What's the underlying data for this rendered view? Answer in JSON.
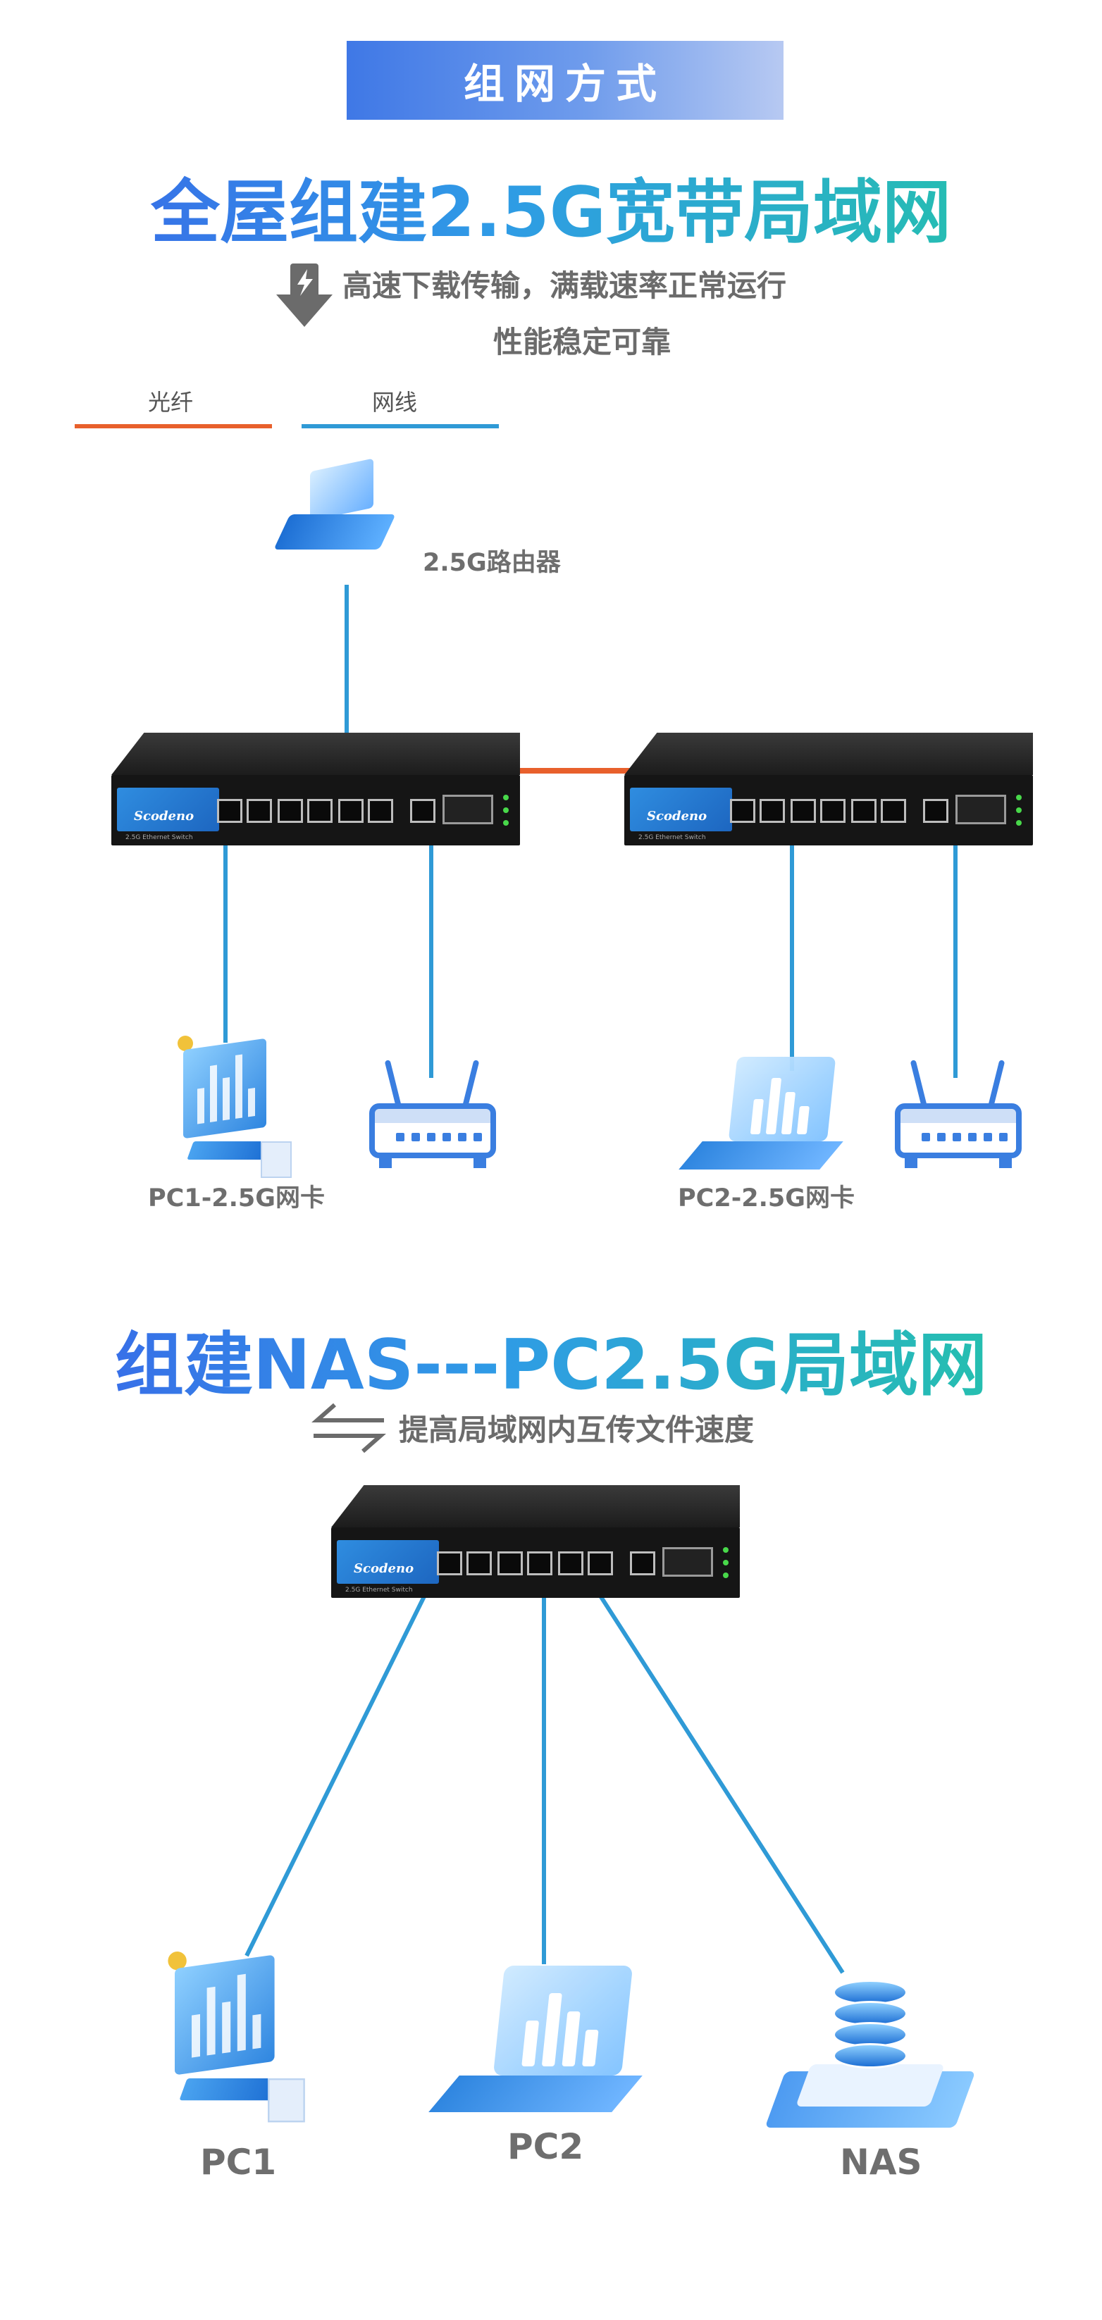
{
  "banner": {
    "text": "组网方式"
  },
  "section1": {
    "title": "全屋组建2.5G宽带局域网",
    "subtitle_line1": "高速下载传输，满载速率正常运行",
    "subtitle_line2": "性能稳定可靠",
    "legend": [
      {
        "label": "光纤",
        "color": "#e8602c"
      },
      {
        "label": "网线",
        "color": "#2f9ad6"
      }
    ],
    "router_label": "2.5G路由器",
    "pc1_label": "PC1-2.5G网卡",
    "pc2_label": "PC2-2.5G网卡"
  },
  "switch": {
    "brand": "Scodeno",
    "model_text": "2.5G Ethernet Switch"
  },
  "section2": {
    "title": "组建NAS---PC2.5G局域网",
    "subtitle": "提高局域网内互传文件速度",
    "pc1_label": "PC1",
    "pc2_label": "PC2",
    "nas_label": "NAS"
  },
  "colors": {
    "fiber": "#e8602c",
    "cable": "#2f9ad6",
    "accent": "#3f78e6"
  },
  "icons": [
    "download-arrow-icon",
    "transfer-arrows-icon",
    "router-icon",
    "pc-icon",
    "laptop-icon",
    "nas-icon",
    "switch-icon"
  ]
}
